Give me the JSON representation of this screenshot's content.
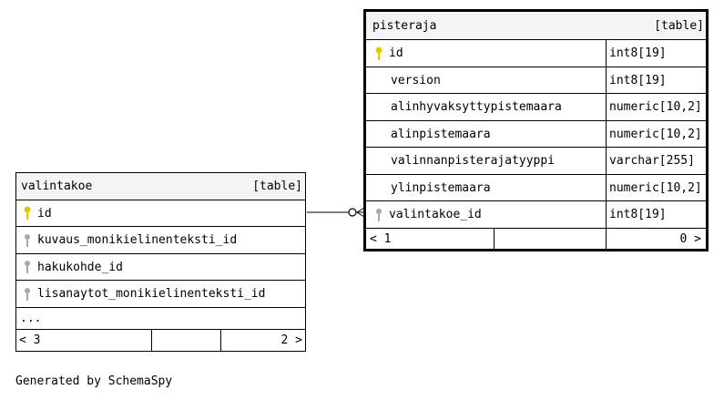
{
  "tables": {
    "valintakoe": {
      "name": "valintakoe",
      "kind": "[table]",
      "columns": [
        {
          "name": "id",
          "key": "primary"
        },
        {
          "name": "kuvaus_monikielinenteksti_id",
          "key": "foreign"
        },
        {
          "name": "hakukohde_id",
          "key": "foreign"
        },
        {
          "name": "lisanaytot_monikielinenteksti_id",
          "key": "foreign"
        }
      ],
      "more": "...",
      "footer_left": "< 3",
      "footer_right": "2 >"
    },
    "pisteraja": {
      "name": "pisteraja",
      "kind": "[table]",
      "columns": [
        {
          "name": "id",
          "type": "int8[19]",
          "key": "primary"
        },
        {
          "name": "version",
          "type": "int8[19]",
          "key": "none"
        },
        {
          "name": "alinhyvaksyttypistemaara",
          "type": "numeric[10,2]",
          "key": "none"
        },
        {
          "name": "alinpistemaara",
          "type": "numeric[10,2]",
          "key": "none"
        },
        {
          "name": "valinnanpisterajatyyppi",
          "type": "varchar[255]",
          "key": "none"
        },
        {
          "name": "ylinpistemaara",
          "type": "numeric[10,2]",
          "key": "none"
        },
        {
          "name": "valintakoe_id",
          "type": "int8[19]",
          "key": "foreign"
        }
      ],
      "footer_left": "< 1",
      "footer_right": "0 >"
    }
  },
  "generator": "Generated by SchemaSpy",
  "colors": {
    "primary_key": "#e6c700",
    "foreign_key": "#a8a8a8",
    "header_bg": "#f4f4f4"
  }
}
